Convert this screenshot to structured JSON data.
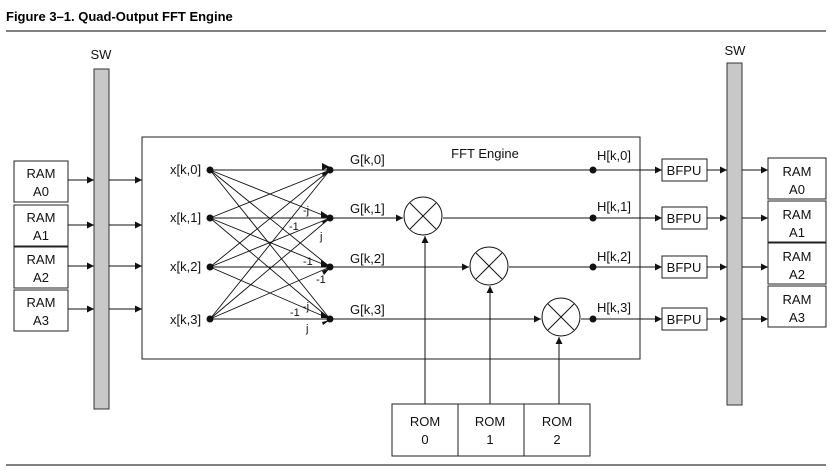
{
  "figure": {
    "caption": "Figure 3–1.  Quad-Output FFT Engine"
  },
  "switch_left": {
    "label": "SW"
  },
  "switch_right": {
    "label": "SW"
  },
  "ram_in": [
    {
      "line1": "RAM",
      "line2": "A0"
    },
    {
      "line1": "RAM",
      "line2": "A1"
    },
    {
      "line1": "RAM",
      "line2": "A2"
    },
    {
      "line1": "RAM",
      "line2": "A3"
    }
  ],
  "ram_out": [
    {
      "line1": "RAM",
      "line2": "A0"
    },
    {
      "line1": "RAM",
      "line2": "A1"
    },
    {
      "line1": "RAM",
      "line2": "A2"
    },
    {
      "line1": "RAM",
      "line2": "A3"
    }
  ],
  "engine": {
    "title": "FFT Engine",
    "inputs": [
      "x[k,0]",
      "x[k,1]",
      "x[k,2]",
      "x[k,3]"
    ],
    "butterfly_outputs": [
      "G[k,0]",
      "G[k,1]",
      "G[k,2]",
      "G[k,3]"
    ],
    "outputs": [
      "H[k,0]",
      "H[k,1]",
      "H[k,2]",
      "H[k,3]"
    ],
    "twiddle_signs": {
      "g1": [
        "-j",
        "-1",
        "j"
      ],
      "g2": [
        "-1",
        "-1"
      ],
      "g3": [
        "-1",
        "-j",
        "j"
      ]
    }
  },
  "bfpu": [
    "BFPU",
    "BFPU",
    "BFPU",
    "BFPU"
  ],
  "rom": [
    {
      "line1": "ROM",
      "line2": "0"
    },
    {
      "line1": "ROM",
      "line2": "1"
    },
    {
      "line1": "ROM",
      "line2": "2"
    }
  ]
}
